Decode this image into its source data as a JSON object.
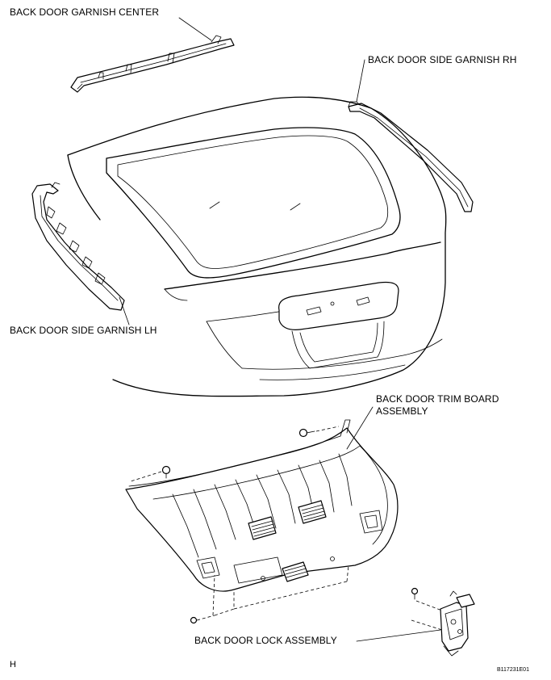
{
  "labels": {
    "garnish_center": "BACK DOOR GARNISH CENTER",
    "side_garnish_rh": "BACK DOOR SIDE GARNISH RH",
    "side_garnish_lh": "BACK DOOR SIDE GARNISH LH",
    "trim_board_line1": "BACK DOOR TRIM BOARD",
    "trim_board_line2": "ASSEMBLY",
    "lock_assembly": "BACK DOOR LOCK ASSEMBLY"
  },
  "corner_marks": {
    "section_code": "H",
    "figure_id": "B117231E01"
  },
  "colors": {
    "line": "#000000",
    "background": "#ffffff"
  }
}
